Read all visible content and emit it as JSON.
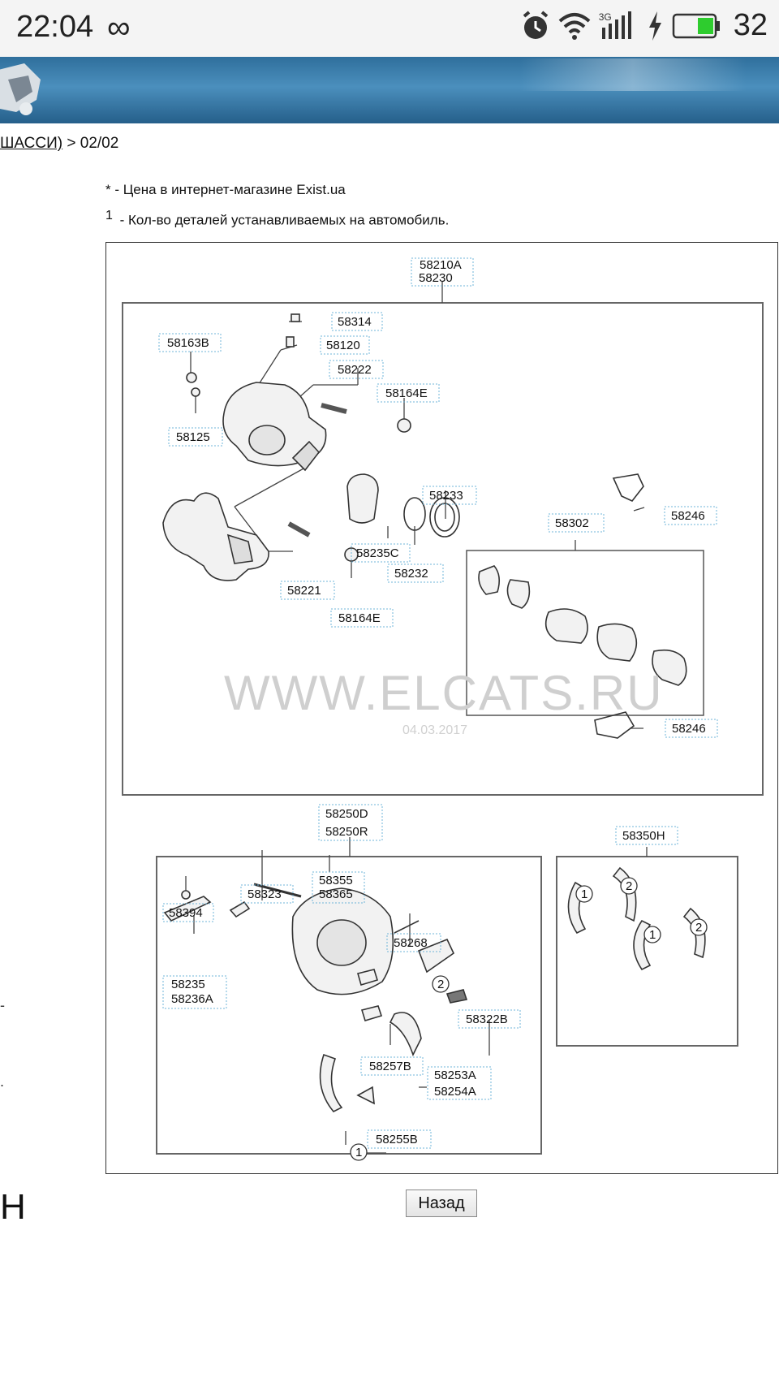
{
  "status_bar": {
    "time": "22:04",
    "infinity": "∞",
    "network": "3G",
    "battery": "32"
  },
  "breadcrumb": {
    "link_text": "ШАССИ)",
    "rest": " > 02/02"
  },
  "notes": [
    {
      "marker": "*",
      "text": " - Цена в интернет-магазине Exist.ua"
    },
    {
      "marker": "1",
      "text": " - Кол-во деталей устанавливаемых на автомобиль."
    }
  ],
  "diagram": {
    "watermark": "WWW.ELCATS.RU",
    "watermark_date": "04.03.2017",
    "labels": {
      "l58210A": "58210A",
      "l58230": "58230",
      "l58314": "58314",
      "l58163B": "58163B",
      "l58120": "58120",
      "l58222": "58222",
      "l58164E_top": "58164E",
      "l58125": "58125",
      "l58233": "58233",
      "l58246_top": "58246",
      "l58302": "58302",
      "l58235C": "58235C",
      "l58232": "58232",
      "l58221": "58221",
      "l58164E_bot": "58164E",
      "l58246_bot": "58246",
      "l58250D": "58250D",
      "l58250R": "58250R",
      "l58350H": "58350H",
      "l58394": "58394",
      "l58323": "58323",
      "l58355": "58355",
      "l58365": "58365",
      "l58268": "58268",
      "l58235": "58235",
      "l58236A": "58236A",
      "l58322B": "58322B",
      "l58257B": "58257B",
      "l58253A": "58253A",
      "l58254A": "58254A",
      "l58255B": "58255B",
      "c1": "1",
      "c2": "2"
    }
  },
  "back_button": {
    "label": "Назад"
  },
  "edge": {
    "letter": "Н",
    "dash": "-",
    "dot": "."
  }
}
